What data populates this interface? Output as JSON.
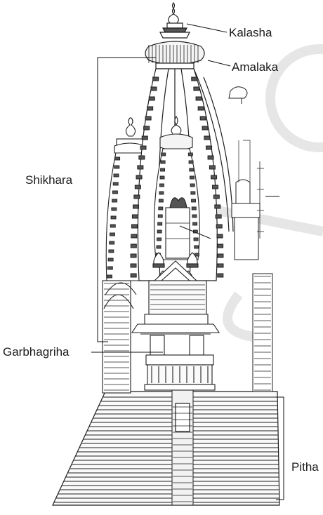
{
  "diagram": {
    "labels": {
      "kalasha": "Kalasha",
      "amalaka": "Amalaka",
      "shikhara": "Shikhara",
      "garbhagriha": "Garbhagriha",
      "pitha": "Pitha"
    },
    "colors": {
      "ink": "#1f1f1f",
      "shade": "#555555",
      "watermark": "#e6e6e6"
    }
  }
}
